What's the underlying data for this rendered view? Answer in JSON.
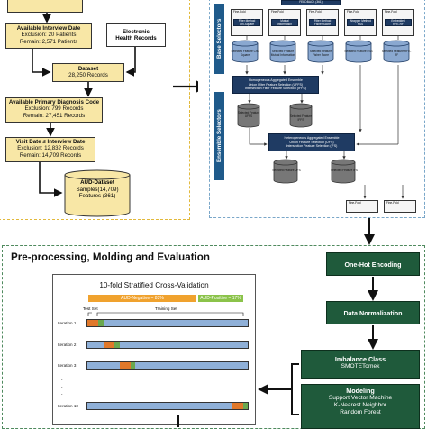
{
  "colors": {
    "yellow_box": "#f8e7a6",
    "green_box": "#1f5a3b",
    "navy_box": "#1f3b63",
    "blue_vertical": "#1f5a8a",
    "aud_negative": "#f0a22e",
    "aud_positive": "#8bc34a",
    "test_set_orange": "#e0782a",
    "test_set_green": "#6aa84f",
    "training_blue": "#8fb0d8"
  },
  "left_panel": {
    "available_interview": {
      "title": "Available Interview Date",
      "line1": "Exclusion: 20 Patients",
      "line2": "Remain: 2,571 Patients"
    },
    "ehr": {
      "line1": "Electronic",
      "line2": "Health Records"
    },
    "dataset": {
      "title": "Dataset",
      "line1": "28,250 Records"
    },
    "primary_diagnosis": {
      "title": "Available Primary Diagnosis Code",
      "line1": "Exclusion: 799 Records",
      "line2": "Remain: 27,451 Records"
    },
    "visit_date": {
      "title": "Visit Date ≤ Interview Date",
      "line1": "Exclusion: 12,832 Records",
      "line2": "Remain: 14,709 Records"
    },
    "aud_dataset": {
      "line1": "AUD-Dataset",
      "line2": "Samples(14,709)",
      "line3": "Features (361)"
    }
  },
  "right_panel": {
    "base_selectors_label": "Base Selectors",
    "ensemble_selectors_label": "Ensemble Selectors",
    "top_label": "FEEDBACK (361)",
    "selectors": [
      {
        "head": "Fine-Fold",
        "name1": "Filter Method",
        "name2": "Chi-Square"
      },
      {
        "head": "Fine-Fold",
        "name1": "Mutual",
        "name2": "Information"
      },
      {
        "head": "Fine-Fold",
        "name1": "Filter Method",
        "name2": "Fisher Score"
      },
      {
        "head": "Fine-Fold",
        "name1": "Wrapper Method",
        "name2": "FSS"
      },
      {
        "head": "Fine-Fold",
        "name1": "Embedded",
        "name2": "RFE-RF"
      }
    ],
    "selected_features": [
      "Selected Feature Chi-Square",
      "Selected Feature Mutual Information",
      "Selected Feature Fisher Score",
      "Selected Feature FSS",
      "Selected Feature RFE-RF"
    ],
    "ensemble1": {
      "line1": "Homogeneous Aggregated Ensemble",
      "line2": "Union Filter Feature Selection (UFFS)",
      "line3": "Intersection Filter Feature Selection (IFFS)"
    },
    "ens1_outputs": [
      "Selected Feature UFFS",
      "Selected Feature IFFS"
    ],
    "ensemble2": {
      "line1": "Heterogeneous Aggregated Ensemble",
      "line2": "Union Feature Selection (UFS)",
      "line3": "Intersection Feature Selection (IFS)"
    },
    "ens2_outputs": [
      "Selected Feature UFS",
      "Selected Feature IFS"
    ],
    "bottom_heads": [
      "Fine-Fold",
      "Fine-Fold"
    ]
  },
  "bottom_panel": {
    "title": "Pre-processing, Molding and Evaluation",
    "cv_title": "10-fold Stratified Cross-Validation",
    "aud_negative": "AUD-Negative = 83%",
    "aud_positive": "AUD-Positive = 17%",
    "test_set": "Test Set",
    "training_set": "Training Set",
    "iterations": [
      "Iteration 1",
      "Iteration 2",
      "Iteration 3",
      "Iteration 10"
    ],
    "iteration_test_positions": [
      0.0,
      0.1,
      0.2,
      0.9
    ],
    "ellipsis": "."
  },
  "pipeline": {
    "onehot": "One-Hot Encoding",
    "normalization": "Data Normalization",
    "imbalance_title": "Imbalance Class",
    "imbalance_sub": "SMOTETomek",
    "modeling_title": "Modeling",
    "models": [
      "Support Vector Machine",
      "K-Nearest Neighbor",
      "Random Forest"
    ]
  }
}
